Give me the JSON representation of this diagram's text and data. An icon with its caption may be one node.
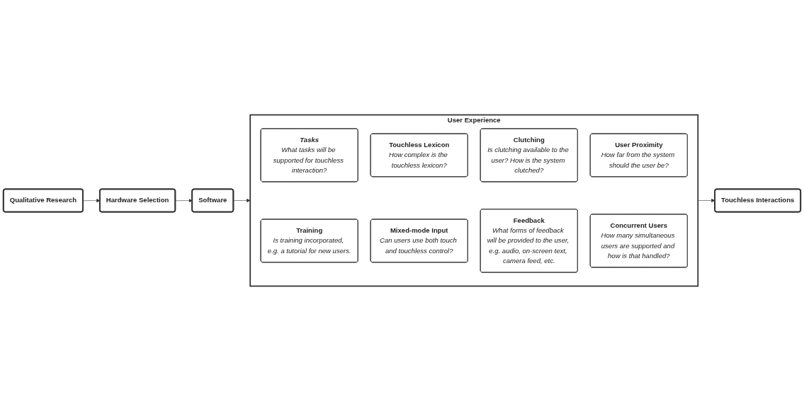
{
  "diagram": {
    "nodes": [
      {
        "text": [
          "Qualitative Research"
        ]
      },
      {
        "text": [
          "Hardware Selection"
        ]
      },
      {
        "text": [
          "Software"
        ]
      },
      {
        "text": [
          "User Experience"
        ]
      },
      {
        "text": [
          "Tasks",
          "What tasks will be supported for touchless interaction?"
        ],
        "in": 3
      },
      {
        "text": [
          "Training",
          "Is training incorporated, e.g. a tutorial for new users."
        ],
        "in": 3
      },
      {
        "text": [
          "Touchless Lexicon",
          "How complex is the touchless lexicon?"
        ],
        "in": 3
      },
      {
        "text": [
          "Mixed-mode Input",
          "Can users use both touch and touchless control?"
        ],
        "in": 3
      },
      {
        "text": [
          "Clutching",
          "Is clutching available to the user? How is the system clutched?"
        ],
        "in": 3
      },
      {
        "text": [
          "Feedback",
          "What forms of feedback will be provided to the user, e.g. audio, on-screen text, camera feed, etc."
        ],
        "in": 3
      },
      {
        "text": [
          "User Proximity",
          "How far from the system should the user be?"
        ],
        "in": 3
      },
      {
        "text": [
          "Concurrent Users",
          "How many simultaneous users are supported and how is that handled?"
        ],
        "in": 3
      },
      {
        "text": [
          "Touchless Interactions"
        ]
      }
    ],
    "edges": [
      {
        "from": 0,
        "to": 1,
        "arrow": "to"
      },
      {
        "from": 1,
        "to": 2,
        "arrow": "to"
      },
      {
        "from": 2,
        "to": 3,
        "arrow": "to"
      },
      {
        "from": 3,
        "to": 12,
        "arrow": "to"
      }
    ]
  }
}
